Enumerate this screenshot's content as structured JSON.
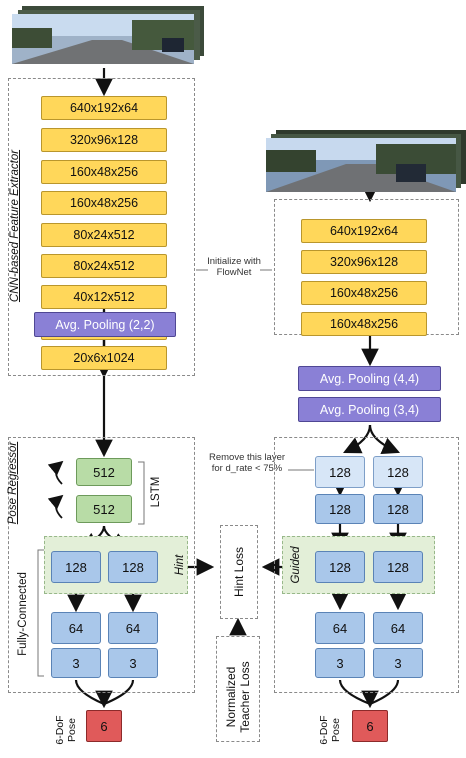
{
  "encoder": {
    "section_label": "CNN-based Feature Extractor",
    "layers": [
      "640x192x64",
      "320x96x128",
      "160x48x256",
      "160x48x256",
      "80x24x512",
      "80x24x512",
      "40x12x512",
      "40x12x512",
      "20x6x1024"
    ],
    "pooling": "Avg. Pooling (2,2)"
  },
  "regressor": {
    "section_label": "Pose Regressor",
    "lstm_units": [
      "512",
      "512"
    ],
    "lstm_label": "LSTM",
    "fc_label": "Fully-Connected",
    "hint_label": "Hint",
    "fc1": [
      "128",
      "128"
    ],
    "fc2": [
      "64",
      "64"
    ],
    "fc3": [
      "3",
      "3"
    ],
    "output": "6",
    "output_label": "6-DoF Pose"
  },
  "init_note": "Initialize with FlowNet",
  "student": {
    "layers": [
      "640x192x64",
      "320x96x128",
      "160x48x256",
      "160x48x256"
    ],
    "pooling1": "Avg. Pooling (4,4)",
    "pooling2": "Avg. Pooling (3,4)",
    "remove_note": "Remove this layer for d_rate < 75%",
    "guided_label": "Guided",
    "fc0": [
      "128",
      "128"
    ],
    "fc1": [
      "128",
      "128"
    ],
    "fc2": [
      "64",
      "64"
    ],
    "fc3": [
      "3",
      "3"
    ],
    "output": "6",
    "output_label": "6-DoF Pose"
  },
  "losses": {
    "hint_loss": "Hint Loss",
    "teacher_loss": "Normalized Teacher Loss"
  },
  "colors": {
    "conv": "#ffd75a",
    "pooling": "#8a80d6",
    "lstm": "#b8dca6",
    "fc": "#a9c7ea",
    "output": "#e05a5a"
  }
}
